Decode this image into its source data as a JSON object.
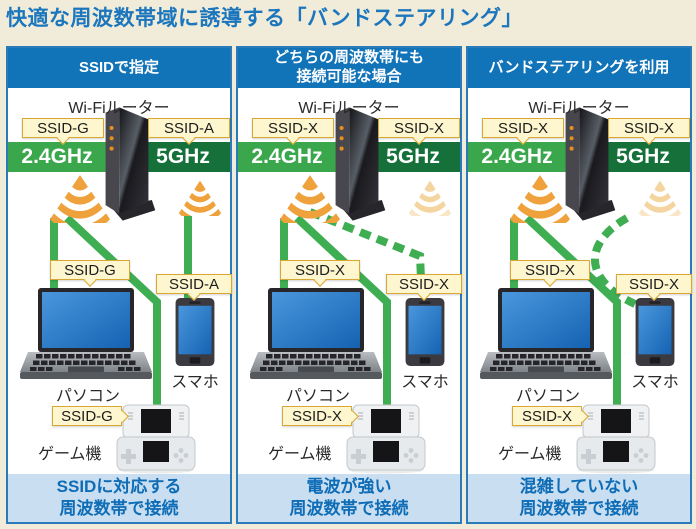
{
  "title": "快適な周波数帯域に誘導する「バンドステアリング」",
  "colors": {
    "title_blue": "#1b76bd",
    "header_blue": "#1173b8",
    "panel_border": "#2b7ab9",
    "band_24ghz_green": "#3aa74c",
    "band_5ghz_green": "#15703a",
    "connection_line_green": "#3fae53",
    "signal_orange": "#efa23b",
    "signal_faded_orange": "#f4d5a0",
    "ssid_label_bg": "#fdf6cf",
    "ssid_label_border": "#d9a733",
    "caption_bg": "#c9def0",
    "caption_text": "#0e6db6",
    "page_bg": "#f0ecd9"
  },
  "columns": [
    {
      "header_lines": [
        "SSIDで指定"
      ],
      "router_label": "Wi-Fiルーター",
      "bands": {
        "b24": {
          "freq": "2.4GHz",
          "ssid": "SSID-G",
          "signal": "strong"
        },
        "b5": {
          "freq": "5GHz",
          "ssid": "SSID-A",
          "signal": "strong"
        }
      },
      "devices": {
        "pc": {
          "name": "パソコン",
          "ssid": "SSID-G",
          "connects_to": "2.4GHz",
          "line": "solid"
        },
        "phone": {
          "name": "スマホ",
          "ssid": "SSID-A",
          "connects_to": "5GHz",
          "line": "solid"
        },
        "game": {
          "name": "ゲーム機",
          "ssid": "SSID-G",
          "connects_to": "2.4GHz",
          "line": "solid"
        }
      },
      "caption_lines": [
        "SSIDに対応する",
        "周波数帯で接続"
      ]
    },
    {
      "header_lines": [
        "どちらの周波数帯にも",
        "接続可能な場合"
      ],
      "router_label": "Wi-Fiルーター",
      "bands": {
        "b24": {
          "freq": "2.4GHz",
          "ssid": "SSID-X",
          "signal": "strong"
        },
        "b5": {
          "freq": "5GHz",
          "ssid": "SSID-X",
          "signal": "weak"
        }
      },
      "devices": {
        "pc": {
          "name": "パソコン",
          "ssid": "SSID-X",
          "connects_to": "2.4GHz",
          "line": "solid"
        },
        "phone": {
          "name": "スマホ",
          "ssid": "SSID-X",
          "connects_to": "2.4GHz",
          "line": "dashed"
        },
        "game": {
          "name": "ゲーム機",
          "ssid": "SSID-X",
          "connects_to": "2.4GHz",
          "line": "solid"
        }
      },
      "caption_lines": [
        "電波が強い",
        "周波数帯で接続"
      ]
    },
    {
      "header_lines": [
        "バンドステアリングを利用"
      ],
      "router_label": "Wi-Fiルーター",
      "bands": {
        "b24": {
          "freq": "2.4GHz",
          "ssid": "SSID-X",
          "signal": "strong"
        },
        "b5": {
          "freq": "5GHz",
          "ssid": "SSID-X",
          "signal": "weak"
        }
      },
      "devices": {
        "pc": {
          "name": "パソコン",
          "ssid": "SSID-X",
          "connects_to": "2.4GHz",
          "line": "solid"
        },
        "phone": {
          "name": "スマホ",
          "ssid": "SSID-X",
          "connects_to": "5GHz",
          "line": "dashed-curve"
        },
        "game": {
          "name": "ゲーム機",
          "ssid": "SSID-X",
          "connects_to": "2.4GHz",
          "line": "solid"
        }
      },
      "caption_lines": [
        "混雑していない",
        "周波数帯で接続"
      ]
    }
  ]
}
